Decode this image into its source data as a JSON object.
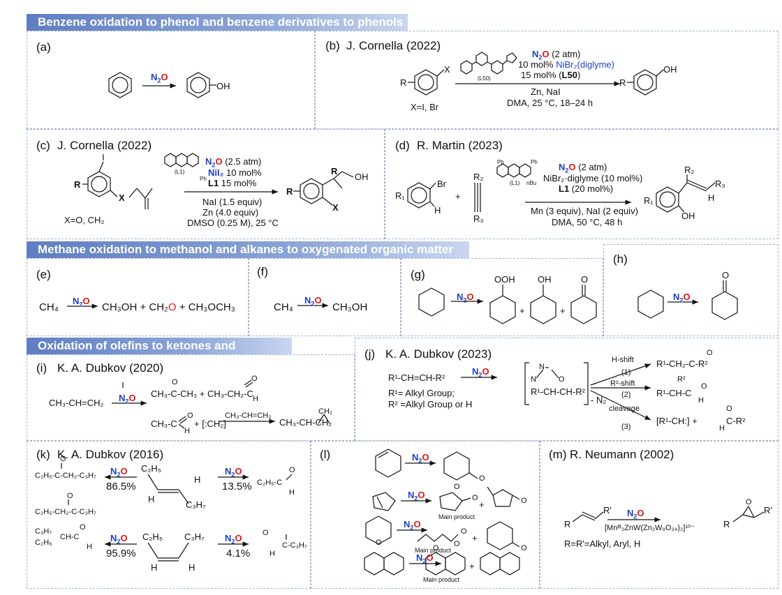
{
  "sections": {
    "s1": "Benzene oxidation to phenol and benzene derivatives to phenols",
    "s2": "Methane oxidation to methanol and alkanes to oxygenated organic matter",
    "s3": "Oxidation of olefins to ketones and aldehydes"
  },
  "panels": {
    "a": "(a)",
    "b": "(b)",
    "b_author": "J. Cornella (2022)",
    "c": "(c)",
    "c_author": "J. Cornella (2022)",
    "d": "(d)",
    "d_author": "R. Martin (2023)",
    "e": "(e)",
    "f": "(f)",
    "g": "(g)",
    "h": "(h)",
    "i": "(i)",
    "i_author": "K. A. Dubkov (2020)",
    "j": "(j)",
    "j_author": "K. A. Dubkov (2023)",
    "k": "(k)",
    "k_author": "K. A. Dubkov (2016)",
    "l": "(l)",
    "m": "(m)",
    "m_author": "R. Neumann (2002)"
  },
  "reagent": {
    "n": "N",
    "two": "2",
    "o": "O"
  },
  "text": {
    "OH": "OH",
    "b_cond1": "(2 atm)",
    "b_cond2a": "10 mol% ",
    "b_cond2b": "NiBr₂(diglyme)",
    "b_cond3a": "15 mol% (",
    "b_cond3b": "L50",
    "b_cond3c": ")",
    "b_cond4": "Zn, NaI",
    "b_cond5": "DMA, 25 °C, 18–24 h",
    "b_X": "X",
    "b_R": "R",
    "b_Xdef": "X=I, Br",
    "b_L50": "(L50)",
    "c_cond1": "(2.5 atm)",
    "c_Ph": "Ph",
    "c_cond2a": "NiI₂",
    "c_cond2b": " 10 mol%",
    "c_cond3a": "L1",
    "c_cond3b": " 15 mol%",
    "c_cond4": "NaI (1.5 equiv)",
    "c_cond5": "Zn (4.0 equiv)",
    "c_cond6": "DMSO (0.25 M), 25 °C",
    "c_I": "I",
    "c_X": "X",
    "c_R": "R",
    "c_Xdef": "X=O, CH₂",
    "c_L1": "(L1)",
    "d_cond1": "(2 atm)",
    "d_cond2": "NiBr₂·diglyme (10 mol%)",
    "d_cond3a": "L1",
    "d_cond3b": " (20 mol%)",
    "d_cond4": "Mn (3 equiv), NaI (2 equiv)",
    "d_cond5": "DMA, 50 °C, 48 h",
    "d_Br": "Br",
    "d_H": "H",
    "d_R1": "R₁",
    "d_R2": "R₂",
    "d_R3": "R₃",
    "d_plus": "+",
    "d_Ph1": "Ph",
    "d_Ph2": "Ph",
    "d_nBu": "nBu",
    "d_L1": "(L1)",
    "e_lhs": "CH₄",
    "e_p1": "CH₃OH + CH₂",
    "e_p1o": "O",
    "e_p2": " + CH₃OCH₃",
    "f_lhs": "CH₄",
    "f_rhs": "CH₃OH",
    "g_OOH": "OOH",
    "g_OH": "OH",
    "g_O": "O",
    "plus": "+",
    "h_O": "O",
    "i_lhs": "CH₃-CH=CH₂",
    "i_p1": "CH₃-C-CH₃ + CH₃-CH₂-C",
    "i_O1": "O",
    "i_O2": "O",
    "i_H1": "H",
    "i_p2": "CH₃-C",
    "i_O3": "O",
    "i_H2": "H",
    "i_p2b": "+   [:CH₂]",
    "i_arrow_lbl": "CH₃-CH=CH₂",
    "i_p3": "CH₃-CH-CH₂",
    "i_p3top": "CH₂",
    "j_lhs": "R¹-CH=CH-R²",
    "j_def1": "R¹= Alkyl Group;",
    "j_def2": "R² =Alkyl Group or H",
    "j_ring_N1": "N",
    "j_ring_N2": "N",
    "j_ring_O": "O",
    "j_ring_bot": "R¹-CH-CH-R²",
    "j_mN2": "- N₂",
    "j_h1": "H-shift",
    "j_h1n": "(1)",
    "j_h2": "R²-shift",
    "j_h2n": "(2)",
    "j_h3": "cleavage",
    "j_h3n": "(3)",
    "j_p1": "R¹-CH₂-C-R²",
    "j_p1O": "O",
    "j_p2": "R¹-CH-C",
    "j_p2top": "R²",
    "j_p2O": "O",
    "j_p2H": "H",
    "j_p3": "[R¹-CH:]  +",
    "j_p3b": "C-R²",
    "j_p3O": "O",
    "j_p3H": "H",
    "k_C2H5a": "C₂H₅",
    "k_H1": "H",
    "k_H2": "H",
    "k_C3H7a": "C₃H₇",
    "k_C2H5b": "C₂H₅",
    "k_C3H7b": "C₃H₇",
    "k_H3": "H",
    "k_H4": "H",
    "k_y1": "86.5%",
    "k_y2": "13.5%",
    "k_y3": "95.9%",
    "k_y4": "4.1%",
    "k_pL1": "C₂H₅-C-CH₂-C₃H₇",
    "k_pL1O": "O",
    "k_pL2": "C₂H₅-CH₂-C-C₃H₇",
    "k_pL2O": "O",
    "k_pL3a": "C₃H₇",
    "k_pL3b": "C₂H₅",
    "k_pL3c": "CH-C",
    "k_pL3O": "O",
    "k_pL3H": "H",
    "k_pR1": "C₂H₅-C",
    "k_pR1O": "O",
    "k_pR1H": "H",
    "k_pR2": "C-C₃H₇",
    "k_pR2O": "O",
    "k_pR2H": "H",
    "l_O1": "O",
    "l_O2": "O",
    "l_O3": "O",
    "l_O4": "O",
    "l_Oring": "O",
    "l_O5": "O",
    "l_O6": "O",
    "l_O7": "O",
    "l_O8": "O",
    "l_main1": "Main product",
    "l_main2": "Main product",
    "l_main3": "Main product",
    "m_R1": "R",
    "m_R2": "R'",
    "m_cat": "[Mnᴵᴵᴵ₂ZnW(Zn₂W₉O₃₄)₂]¹⁰⁻",
    "m_pR1": "R",
    "m_pR2": "R'",
    "m_pO": "O",
    "m_def": "R=R'=Alkyl, Aryl, H"
  }
}
